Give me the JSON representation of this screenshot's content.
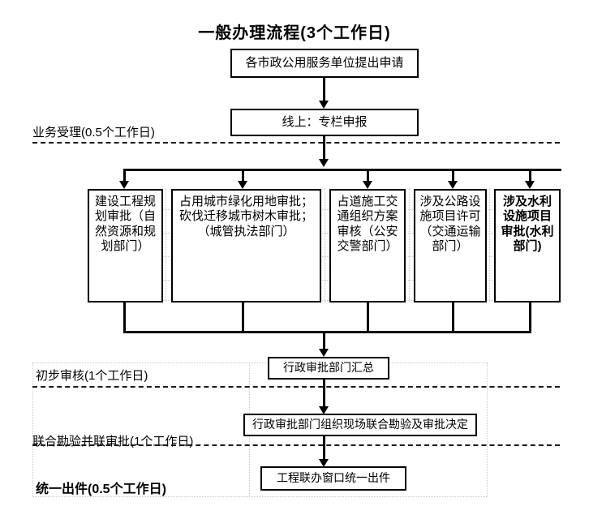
{
  "title": "一般办理流程(3个工作日)",
  "nodes": {
    "apply": "各市政公用服务单位提出申请",
    "online": "线上：专栏申报",
    "summary": "行政审批部门汇总",
    "joint_inspection": "行政审批部门组织现场联合勘验及审批决定",
    "unified_output": "工程联办窗口统一出件"
  },
  "parallel_items": [
    {
      "label": "建设工程规划审批（自然资源和规划部门）",
      "bold": false
    },
    {
      "label": "占用城市绿化用地审批；砍伐迁移城市树木审批；（城管执法部门）",
      "bold": false
    },
    {
      "label": "占道施工交通组织方案审核（公安交警部门）",
      "bold": false
    },
    {
      "label": "涉及公路设施项目许可（交通运输部门）",
      "bold": false
    },
    {
      "label": "涉及水利设施项目审批(水利部门)",
      "bold": true
    }
  ],
  "phases": [
    {
      "label": "业务受理(0.5个工作日)",
      "bold": false
    },
    {
      "label": "初步审核(1个工作日)",
      "bold": false
    },
    {
      "label": "联合勘验并联审批(1个工作日)",
      "bold": false
    },
    {
      "label": "统一出件(0.5个工作日)",
      "bold": true
    }
  ],
  "colors": {
    "line": "#000000",
    "grid": "#c9c9c9",
    "background": "#ffffff"
  }
}
